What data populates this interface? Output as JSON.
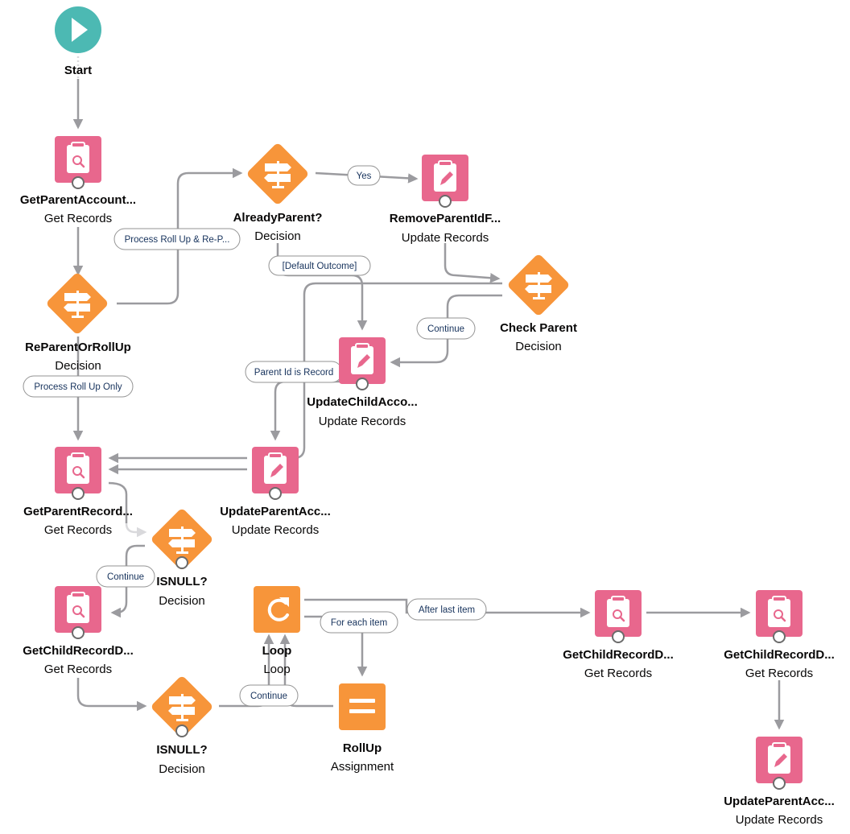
{
  "colors": {
    "start": "#4cb9b3",
    "records": "#e8678d",
    "decision": "#f7953a",
    "loop": "#f7953a",
    "assignment": "#f7953a",
    "connector": "#9b9b9f"
  },
  "nodes": {
    "start": {
      "title": "Start",
      "icon": "play-icon"
    },
    "get_parent_account": {
      "title": "GetParentAccount...",
      "type": "Get Records",
      "icon": "search-records-icon"
    },
    "reparent_or_rollup": {
      "title": "ReParentOrRollUp",
      "type": "Decision",
      "icon": "signpost-icon"
    },
    "already_parent": {
      "title": "AlreadyParent?",
      "type": "Decision",
      "icon": "signpost-icon"
    },
    "remove_parent_id": {
      "title": "RemoveParentIdF...",
      "type": "Update Records",
      "icon": "pencil-records-icon"
    },
    "check_parent": {
      "title": "Check Parent",
      "type": "Decision",
      "icon": "signpost-icon"
    },
    "update_child_account": {
      "title": "UpdateChildAcco...",
      "type": "Update Records",
      "icon": "pencil-records-icon"
    },
    "get_parent_record": {
      "title": "GetParentRecord...",
      "type": "Get Records",
      "icon": "search-records-icon"
    },
    "update_parent_account_1": {
      "title": "UpdateParentAcc...",
      "type": "Update Records",
      "icon": "pencil-records-icon"
    },
    "isnull_1": {
      "title": "ISNULL?",
      "type": "Decision",
      "icon": "signpost-icon"
    },
    "get_child_record_1": {
      "title": "GetChildRecordD...",
      "type": "Get Records",
      "icon": "search-records-icon"
    },
    "isnull_2": {
      "title": "ISNULL?",
      "type": "Decision",
      "icon": "signpost-icon"
    },
    "loop": {
      "title": "Loop",
      "type": "Loop",
      "icon": "loop-icon"
    },
    "rollup": {
      "title": "RollUp",
      "type": "Assignment",
      "icon": "equals-icon"
    },
    "get_child_record_2": {
      "title": "GetChildRecordD...",
      "type": "Get Records",
      "icon": "search-records-icon"
    },
    "get_child_record_3": {
      "title": "GetChildRecordD...",
      "type": "Get Records",
      "icon": "search-records-icon"
    },
    "update_parent_account_2": {
      "title": "UpdateParentAcc...",
      "type": "Update Records",
      "icon": "pencil-records-icon"
    }
  },
  "labels": {
    "yes": "Yes",
    "process_rollup_reparent": "Process Roll Up & Re-P...",
    "default_outcome": "[Default Outcome]",
    "continue_check_parent": "Continue",
    "parent_id_is_record": "Parent Id is Record",
    "process_rollup_only": "Process Roll Up Only",
    "continue_isnull_1": "Continue",
    "after_last_item": "After last item",
    "for_each_item": "For each item",
    "continue_isnull_2": "Continue"
  }
}
